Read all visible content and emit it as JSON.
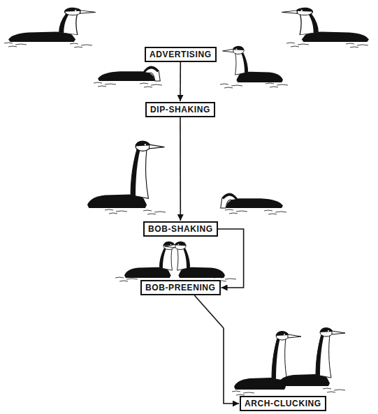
{
  "diagram": {
    "nodes": [
      {
        "text": [
          "ADVERTISING"
        ]
      },
      {
        "text": [
          "DIP-SHAKING"
        ]
      },
      {
        "text": [
          "BOB-SHAKING"
        ]
      },
      {
        "text": [
          "BOB-PREENING"
        ]
      },
      {
        "text": [
          "ARCH-CLUCKING"
        ]
      }
    ],
    "edges": [
      {
        "from": 0,
        "to": 1,
        "arrow": "to"
      },
      {
        "from": 1,
        "to": 2,
        "arrow": "to"
      },
      {
        "from": 2,
        "to": 3,
        "arrow": "to"
      },
      {
        "from": 3,
        "to": 4,
        "arrow": "to"
      }
    ]
  }
}
